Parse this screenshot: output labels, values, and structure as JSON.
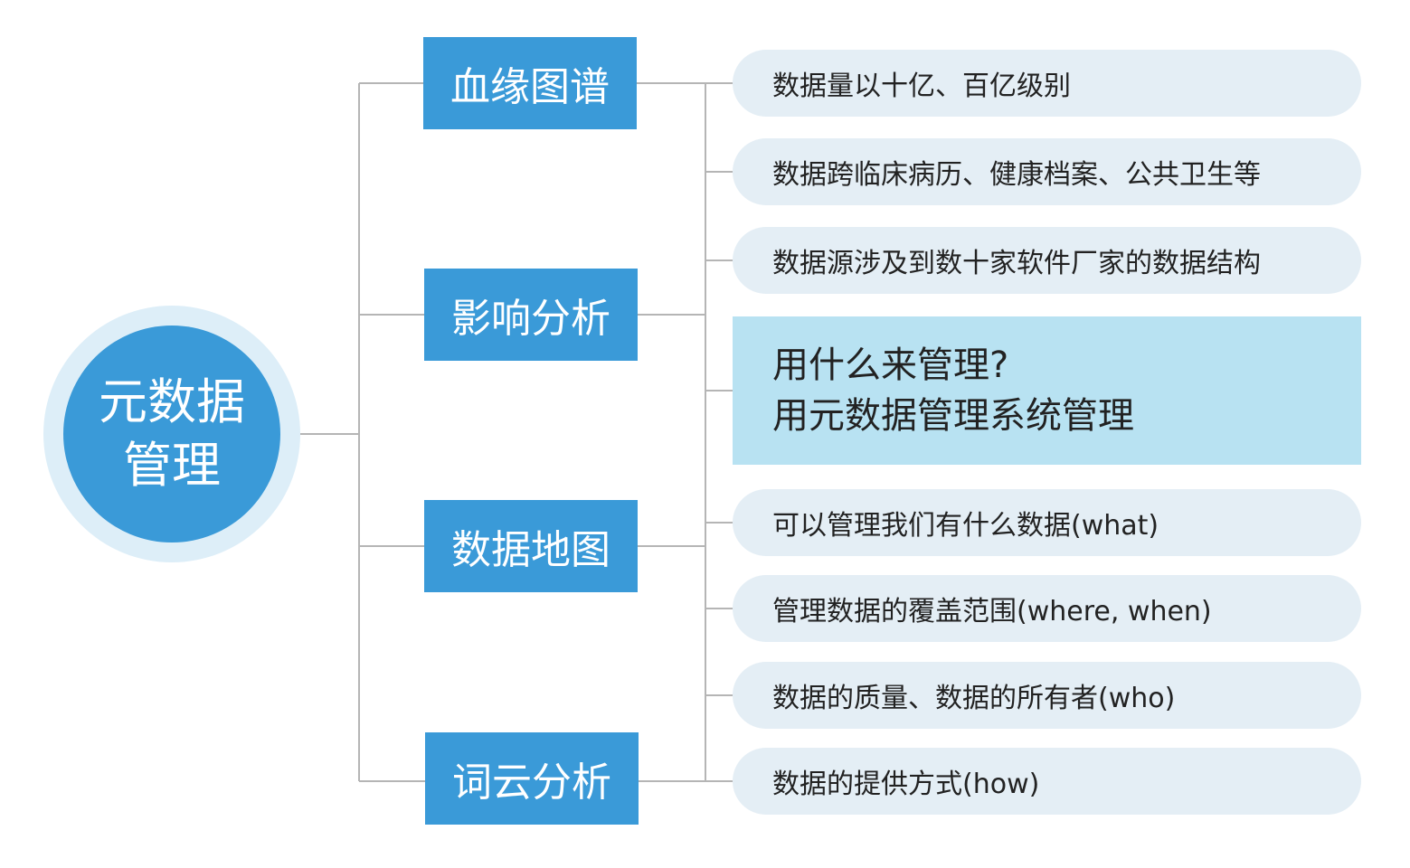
{
  "root": {
    "line1": "元数据",
    "line2": "管理"
  },
  "branches": [
    {
      "label": "血缘图谱"
    },
    {
      "label": "影响分析"
    },
    {
      "label": "数据地图"
    },
    {
      "label": "词云分析"
    }
  ],
  "leaves": [
    {
      "text": "数据量以十亿、百亿级别"
    },
    {
      "text": "数据跨临床病历、健康档案、公共卫生等"
    },
    {
      "text": "数据源涉及到数十家软件厂家的数据结构"
    },
    {
      "text": "可以管理我们有什么数据(what)"
    },
    {
      "text": "管理数据的覆盖范围(where, when)"
    },
    {
      "text": "数据的质量、数据的所有者(who)"
    },
    {
      "text": "数据的提供方式(how)"
    }
  ],
  "highlight": {
    "line1": "用什么来管理?",
    "line2": "用元数据管理系统管理"
  },
  "colors": {
    "primary": "#3a9ad8",
    "ring": "#ddeef8",
    "leaf_bg": "#e4eef5",
    "highlight_bg": "#b8e2f2",
    "connector": "#b5b5b5"
  }
}
